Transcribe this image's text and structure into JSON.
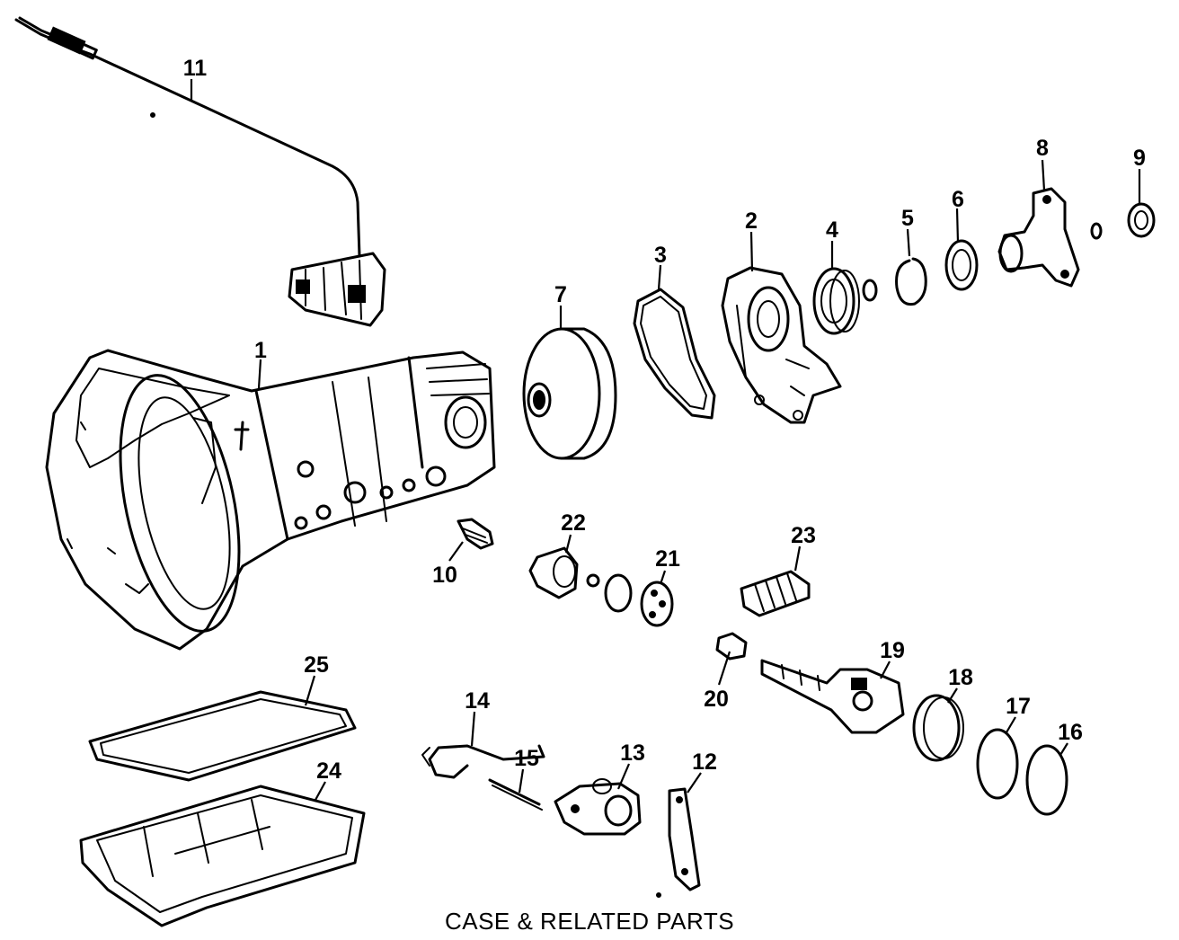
{
  "caption": "CASE & RELATED PARTS",
  "callouts": {
    "c1": "1",
    "c2": "2",
    "c3": "3",
    "c4": "4",
    "c5": "5",
    "c6": "6",
    "c7": "7",
    "c8": "8",
    "c9": "9",
    "c10": "10",
    "c11": "11",
    "c12": "12",
    "c13": "13",
    "c14": "14",
    "c15": "15",
    "c16": "16",
    "c17": "17",
    "c18": "18",
    "c19": "19",
    "c20": "20",
    "c21": "21",
    "c22": "22",
    "c23": "23",
    "c24": "24",
    "c25": "25"
  }
}
